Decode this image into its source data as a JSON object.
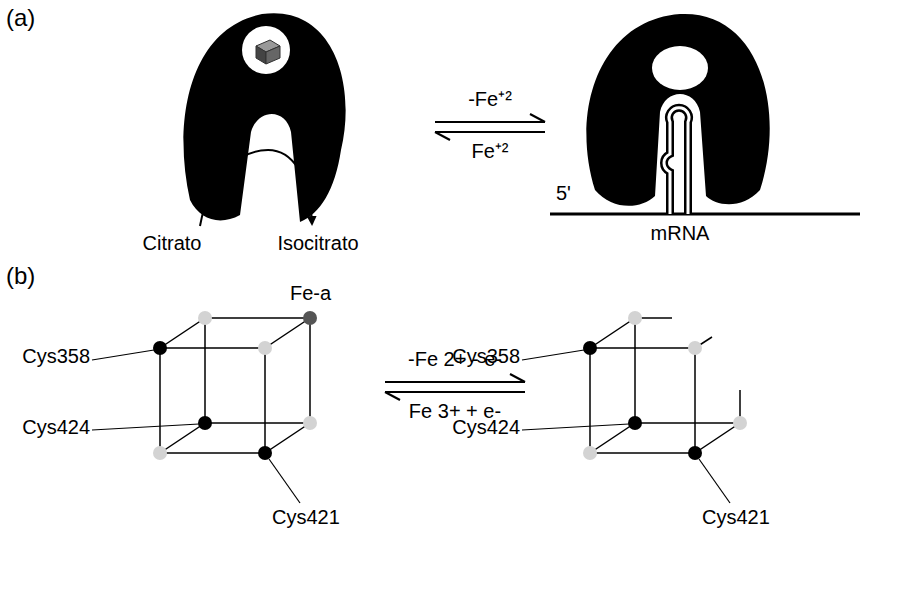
{
  "diagram": {
    "labels": [
      "(a)",
      "Citrato",
      "Isocitrato",
      "-Fe⁺²",
      "Fe⁺²",
      "5'",
      "mRNA",
      "(b)",
      "Cys358",
      "Fe-a",
      "Cys424",
      "Cys421",
      "-Fe 2+ - e-",
      "Fe 3+ + e-",
      "Cys358",
      "Cys424",
      "Cys421"
    ]
  }
}
